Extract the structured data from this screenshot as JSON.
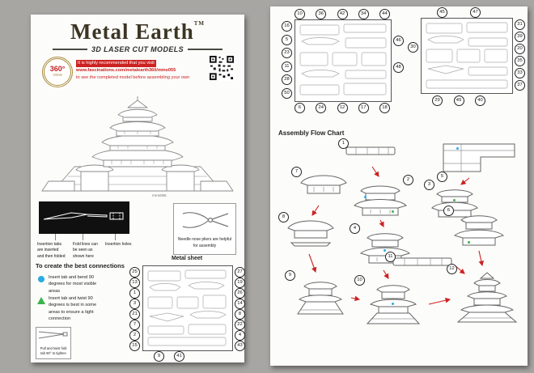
{
  "colors": {
    "accent_red": "#cc2222",
    "blue_dot": "#29abe2",
    "green_tri": "#39b54a",
    "gold": "#ab8c3c"
  },
  "left_page": {
    "logo": {
      "title": "Metal Earth",
      "tm": "TM",
      "subtitle": "3D LASER CUT MODELS"
    },
    "badge": {
      "label": "360°",
      "sub": "VIEW"
    },
    "notice": {
      "line1": "It is highly recommended that you visit",
      "line2": "www.fascinations.com/metalearth360/mms055",
      "line3": "to see the completed model before assembling your own"
    },
    "model_code": "mms055",
    "tab_labels": {
      "l1": "Insertion tabs are inserted and then folded",
      "l2": "Fold lines can be seen as shown here",
      "l3": "Insertion holes"
    },
    "pliers_note": "Needle nose pliers are helpful for assembly",
    "connections": {
      "heading": "To create the best connections",
      "bullet1": "Insert tab and bend 90 degrees for most visible areas",
      "bullet2": "Insert tab and twist 90 degrees is best in some areas to ensure a tight connection",
      "tip": "Pull and twist fold tab 90° to tighten"
    },
    "metal_sheet_label": "Metal sheet",
    "sheet1": {
      "callouts_left": [
        "25",
        "13",
        "1",
        "3",
        "21",
        "7",
        "2",
        "15"
      ],
      "callouts_right": [
        "27",
        "19",
        "26",
        "14",
        "8",
        "22",
        "4",
        "43"
      ],
      "callouts_bottom": [
        "9",
        "41"
      ]
    }
  },
  "right_page": {
    "sheet2": {
      "callouts_top": [
        "10",
        "36",
        "42",
        "34",
        "44"
      ],
      "callouts_left": [
        "16",
        "5",
        "23",
        "11",
        "28",
        "50"
      ],
      "callouts_bottom": [
        "6",
        "24",
        "12",
        "17",
        "18"
      ],
      "callouts_right": [
        "46",
        "48"
      ]
    },
    "sheet3": {
      "callouts_top": [
        "45",
        "47"
      ],
      "callouts_left": [
        "30"
      ],
      "callouts_right": [
        "31",
        "39",
        "20",
        "35",
        "33",
        "37"
      ],
      "callouts_bottom": [
        "29",
        "49",
        "40"
      ]
    },
    "flow_heading": "Assembly Flow Chart",
    "steps": [
      "1",
      "2",
      "3",
      "4",
      "5",
      "6",
      "7",
      "8",
      "9",
      "10",
      "11",
      "12"
    ]
  }
}
